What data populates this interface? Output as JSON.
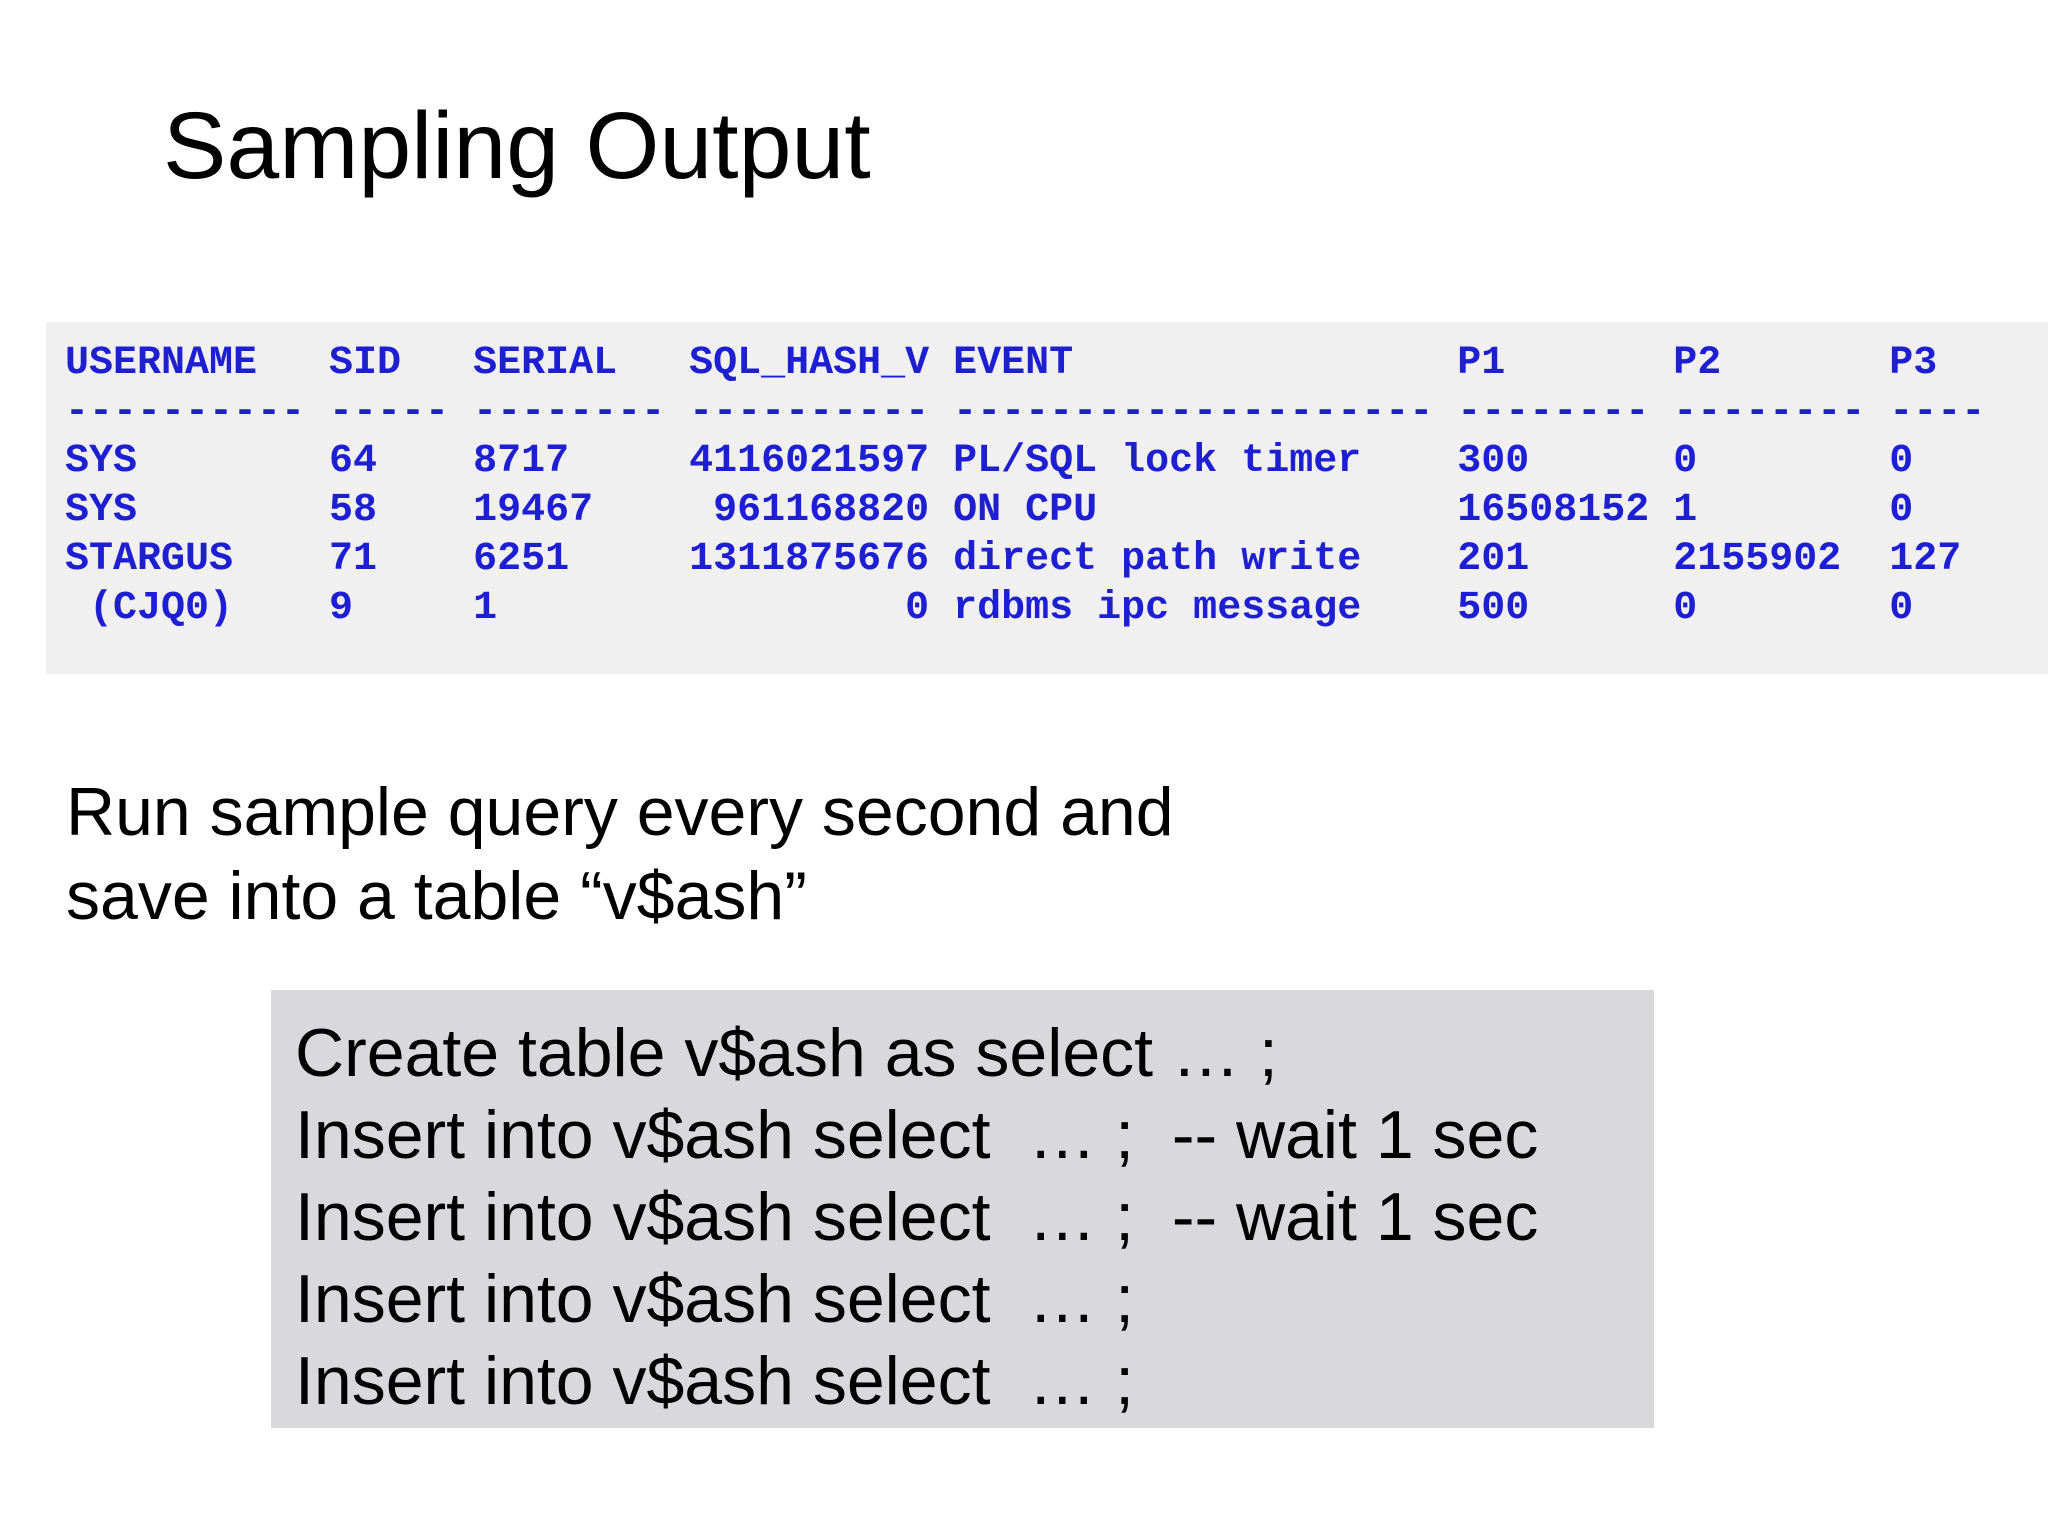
{
  "slide": {
    "title": "Sampling Output"
  },
  "colors": {
    "terminal_text": "#1E1ED2",
    "terminal_background": "#F0F0F1",
    "codebox_background": "#D9D9DB",
    "body_text": "#000000"
  },
  "terminal": {
    "lines": [
      "USERNAME   SID   SERIAL   SQL_HASH_V EVENT                P1       P2       P3",
      "---------- ----- -------- ---------- -------------------- -------- -------- ----",
      "SYS        64    8717     4116021597 PL/SQL lock timer    300      0        0",
      "SYS        58    19467     961168820 ON CPU               16508152 1        0",
      "STARGUS    71    6251     1311875676 direct path write    201      2155902  127",
      " (CJQ0)    9     1                 0 rdbms ipc message    500      0        0"
    ],
    "table": {
      "headers": [
        "USERNAME",
        "SID",
        "SERIAL",
        "SQL_HASH_V",
        "EVENT",
        "P1",
        "P2",
        "P3"
      ],
      "rows": [
        [
          "SYS",
          "64",
          "8717",
          "4116021597",
          "PL/SQL lock timer",
          "300",
          "0",
          "0"
        ],
        [
          "SYS",
          "58",
          "19467",
          "961168820",
          "ON CPU",
          "16508152",
          "1",
          "0"
        ],
        [
          "STARGUS",
          "71",
          "6251",
          "1311875676",
          "direct path write",
          "201",
          "2155902",
          "127"
        ],
        [
          "(CJQ0)",
          "9",
          "1",
          "0",
          "rdbms ipc message",
          "500",
          "0",
          "0"
        ]
      ]
    }
  },
  "body": {
    "line1": "Run sample query every second and",
    "line2": "save into a table “v$ash”"
  },
  "code_box": {
    "lines": [
      "Create table v$ash as select … ;",
      "Insert into v$ash select  … ;  -- wait 1 sec",
      "Insert into v$ash select  … ;  -- wait 1 sec",
      "Insert into v$ash select  … ;",
      "Insert into v$ash select  … ;"
    ]
  }
}
